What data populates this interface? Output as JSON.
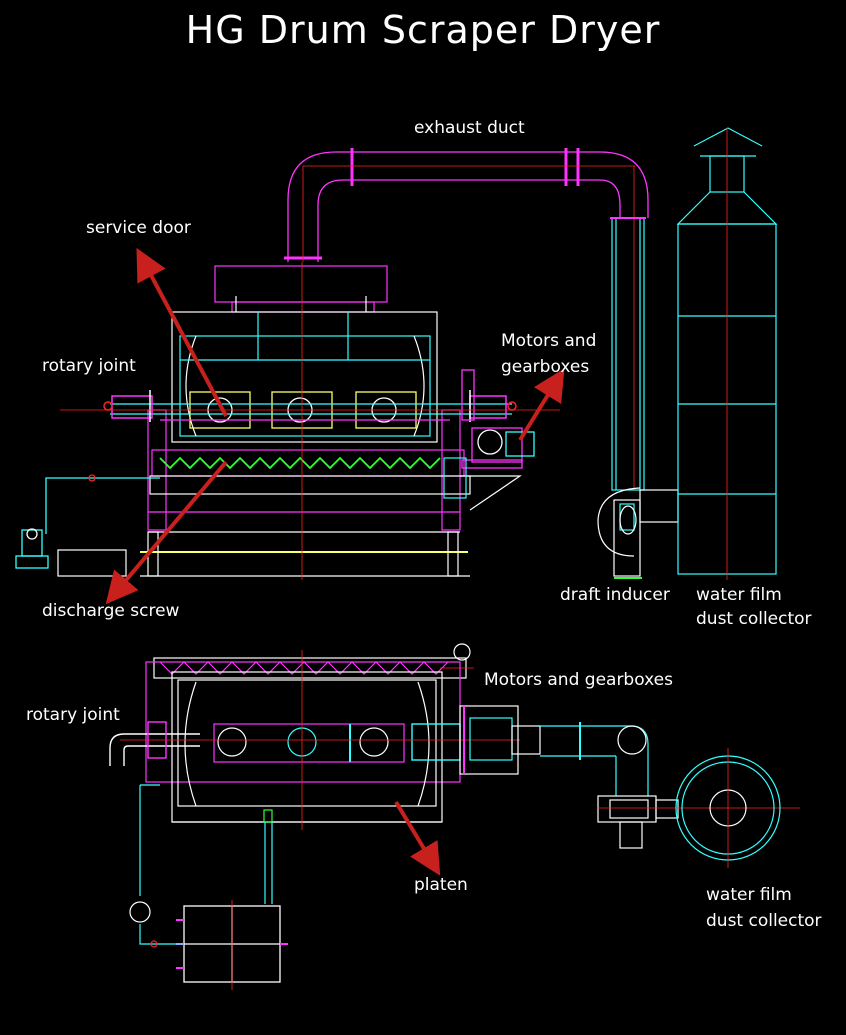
{
  "title": "HG Drum Scraper Dryer",
  "colors": {
    "background": "#000000",
    "magenta": "#ff33ff",
    "cyan": "#33ffff",
    "white": "#ffffff",
    "yellow": "#ffff66",
    "red": "#ff2222",
    "green": "#33ff33",
    "arrow": "#c8201c"
  },
  "labels": {
    "exhaust_duct": "exhaust duct",
    "service_door": "service door",
    "rotary_joint_top": "rotary joint",
    "motors_gearboxes_top_1": "Motors and",
    "motors_gearboxes_top_2": "gearboxes",
    "discharge_screw": "discharge screw",
    "draft_inducer": "draft inducer",
    "water_film_top_1": "water film",
    "water_film_top_2": "dust collector",
    "motors_gearboxes_bottom": "Motors and gearboxes",
    "rotary_joint_bottom": "rotary joint",
    "platen": "platen",
    "water_film_bottom_1": "water film",
    "water_film_bottom_2": "dust collector"
  }
}
